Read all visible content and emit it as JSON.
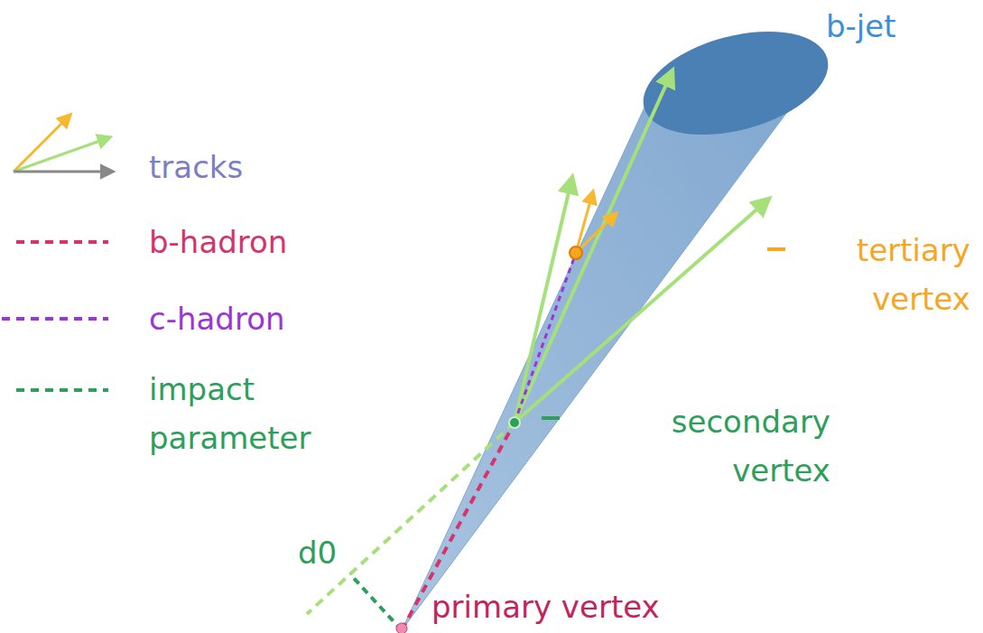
{
  "diagram": {
    "labels": [
      "b-jet",
      "tertiary vertex",
      "secondary vertex",
      "d0",
      "primary vertex"
    ],
    "legend": [
      {
        "text": "tracks"
      },
      {
        "text": "b-hadron"
      },
      {
        "text": "c-hadron"
      },
      {
        "text": "impact parameter"
      }
    ]
  }
}
